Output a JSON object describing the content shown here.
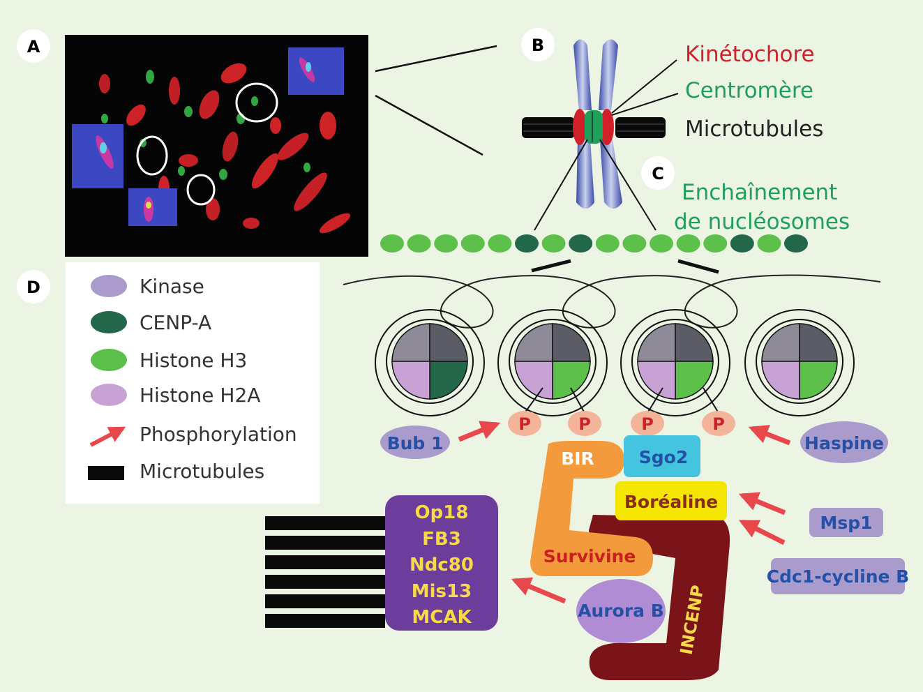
{
  "panels": {
    "a": "A",
    "b": "B",
    "c": "C",
    "d": "D"
  },
  "chromosome_labels": {
    "kinetochore": "Kinétochore",
    "centromere": "Centromère",
    "microtubules": "Microtubules"
  },
  "nucleosome_chain": {
    "line1": "Enchaînement",
    "line2": "de nucléosomes",
    "beads": [
      "H3",
      "H3",
      "H3",
      "H3",
      "H3",
      "CENP-A",
      "H3",
      "CENP-A",
      "H3",
      "H3",
      "H3",
      "H3",
      "H3",
      "CENP-A",
      "H3",
      "CENP-A"
    ]
  },
  "legend": [
    {
      "key": "kinase",
      "label": "Kinase"
    },
    {
      "key": "cenpa",
      "label": "CENP-A"
    },
    {
      "key": "h3",
      "label": "Histone H3"
    },
    {
      "key": "h2a",
      "label": "Histone H2A"
    },
    {
      "key": "phospho",
      "label": "Phosphorylation"
    },
    {
      "key": "mt",
      "label": "Microtubules"
    }
  ],
  "phospho_mark": "P",
  "kinases": {
    "bub1": "Bub 1",
    "haspine": "Haspine",
    "msp1": "Msp1",
    "cdc1": "Cdc1-cycline B",
    "aurora": "Aurora B"
  },
  "cpc": {
    "bir": "BIR",
    "sgo2": "Sgo2",
    "borealine": "Boréaline",
    "survivine": "Survivine",
    "incenp": "INCENP"
  },
  "targets": [
    "Op18",
    "FB3",
    "Ndc80",
    "Mis13",
    "MCAK"
  ],
  "colors": {
    "background": "#ecf4e4",
    "kinase": "#a99bcc",
    "cenpa": "#23684a",
    "h3": "#5cc04a",
    "h2a": "#c9a2d5",
    "phospho_arrow": "#e8474c",
    "kinetochore_red": "#d0202a",
    "centromere_green": "#1fa05a",
    "incenp": "#7a1418",
    "survivine": "#f39a3c",
    "sgo2": "#45c4df",
    "borealine": "#f4e600",
    "targets_box": "#6c3d9a",
    "targets_text": "#f7d94a",
    "kinase_text": "#2550a8"
  }
}
